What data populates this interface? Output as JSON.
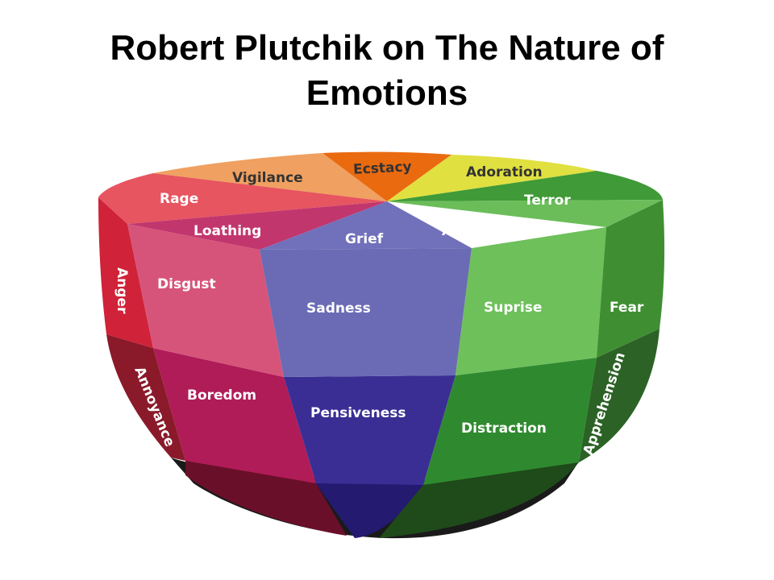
{
  "title": {
    "line1": "Robert Plutchik on The Nature of",
    "line2": "Emotions"
  },
  "colors": {
    "ecstasy": "#ea6a10",
    "vigilance": "#f0a060",
    "adoration": "#e0e040",
    "rage": "#e65560",
    "terror": "#3f9a37",
    "loathing": "#c2366e",
    "grief": "#7170bb",
    "amazement": "#6bbd5a",
    "anger_side": "#d02238",
    "fear_side": "#3f8f32",
    "disgust": "#d6547a",
    "sadness": "#6a6bb4",
    "surprise": "#6ec05a",
    "annoyance": "#8a1a2a",
    "boredom": "#b01c58",
    "pensiveness": "#3a2e94",
    "distraction": "#2f8a2f",
    "apprehension": "#2c6226"
  },
  "labels": {
    "ecstacy": "Ecstacy",
    "vigilance": "Vigilance",
    "adoration": "Adoration",
    "rage": "Rage",
    "terror": "Terror",
    "loathing": "Loathing",
    "grief": "Grief",
    "amazement": "Amazement",
    "anger": "Anger",
    "disgust": "Disgust",
    "sadness": "Sadness",
    "suprise": "Suprise",
    "fear": "Fear",
    "annoyance": "Annoyance",
    "boredom": "Boredom",
    "pensiveness": "Pensiveness",
    "distraction": "Distraction",
    "apprehension": "Apprehension"
  }
}
